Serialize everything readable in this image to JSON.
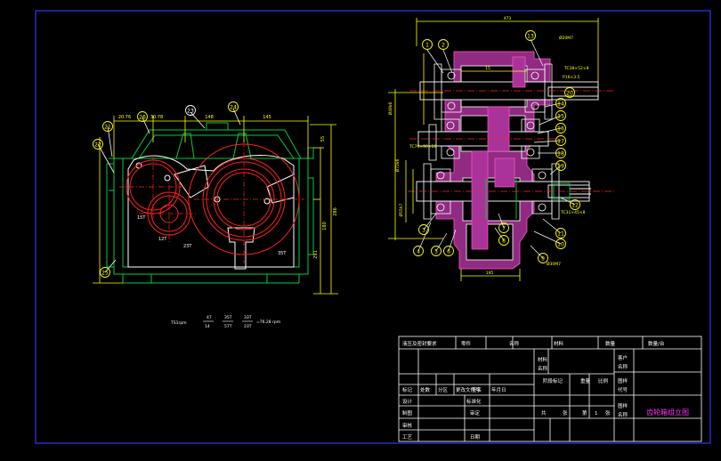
{
  "drawing": {
    "colors": {
      "background": "#000000",
      "border": "#3333ff",
      "gear_lines": "#ff2020",
      "housing": "#00cc44",
      "dimension": "#ffff00",
      "outline": "#ffffff",
      "section_fill": "#aa3399",
      "center_lines": "#00ffff",
      "title_magenta": "#ff33ff"
    },
    "left_view": {
      "dimension_labels": [
        "20.76",
        "30.78",
        "148",
        "145",
        "55",
        "286",
        "180",
        "291"
      ],
      "callouts": [
        "21",
        "22",
        "23",
        "24",
        "25",
        "26"
      ],
      "gear_labels": [
        "15T",
        "12T",
        "23T",
        "35T"
      ],
      "formula": [
        "TS1rpm",
        "47",
        "14",
        "35T",
        "57T",
        "33T",
        "23T",
        "=76.28 rpm"
      ]
    },
    "right_view": {
      "dimension_labels": [
        "473",
        "15",
        "195",
        "TC38×52×8",
        "P16×3.5",
        "TC70×90×10",
        "TC31×45×8",
        "Ø20M7",
        "Ø30M7",
        "Ø55h7",
        "Ø72k6",
        "Ø48k6"
      ],
      "callouts_left": [
        "1",
        "2",
        "3",
        "4",
        "5",
        "6",
        "7",
        "8",
        "9",
        "10",
        "11",
        "12"
      ],
      "callouts_right": [
        "13",
        "14",
        "15",
        "16",
        "17",
        "18",
        "19",
        "20"
      ]
    }
  },
  "title_block": {
    "header_cells": [
      "液压及密封要求",
      "零件",
      "名称",
      "材料",
      "数量",
      "数量/台"
    ],
    "row_labels": [
      "标记",
      "处数",
      "分区",
      "更改文件号",
      "签名",
      "年月日"
    ],
    "sign_rows": [
      "设计",
      "制图",
      "审核",
      "工艺"
    ],
    "sign_mid": [
      "标准化",
      "审定",
      "日期"
    ],
    "stage_labels": [
      "阶段标记",
      "重量",
      "比例"
    ],
    "sheet": [
      "共",
      "张",
      "第",
      "1",
      "张"
    ],
    "right_labels": [
      "客户",
      "名称",
      "图样",
      "代号",
      "图样",
      "名称"
    ],
    "top_right": [
      "材料",
      "数量/台"
    ],
    "title": "齿轮箱组立图",
    "side_text": [
      "材料",
      "名称"
    ]
  }
}
